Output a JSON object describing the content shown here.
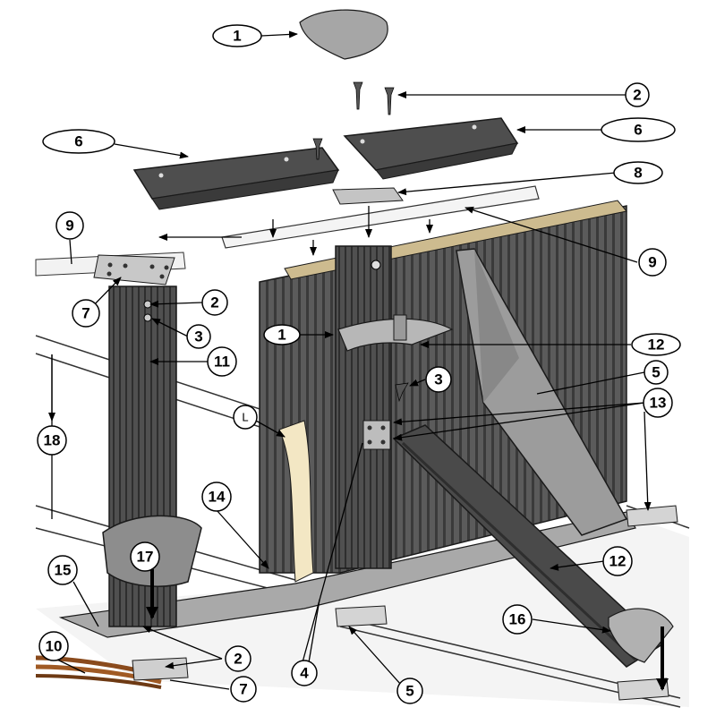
{
  "colors": {
    "panel": "#5b5b5b",
    "panel_dark": "#3e3e3e",
    "upright": "#4a4a4a",
    "brace_light": "#9c9c9c",
    "cap_light": "#b9b9b9",
    "liner": "#f3e7c4",
    "floor_plate": "#a9a9a9",
    "ground": "#e9e9e9",
    "hose": "#8a4a1c",
    "outline": "#1a1a1a"
  },
  "callouts": [
    {
      "id": "c1a",
      "label": "1"
    },
    {
      "id": "c2a",
      "label": "2"
    },
    {
      "id": "c6a",
      "label": "6"
    },
    {
      "id": "c6b",
      "label": "6"
    },
    {
      "id": "c8",
      "label": "8"
    },
    {
      "id": "c9a",
      "label": "9"
    },
    {
      "id": "c9b",
      "label": "9"
    },
    {
      "id": "c7a",
      "label": "7"
    },
    {
      "id": "c2b",
      "label": "2"
    },
    {
      "id": "c3a",
      "label": "3"
    },
    {
      "id": "c11",
      "label": "11"
    },
    {
      "id": "c1b",
      "label": "1"
    },
    {
      "id": "c12a",
      "label": "12"
    },
    {
      "id": "c3b",
      "label": "3"
    },
    {
      "id": "c5a",
      "label": "5"
    },
    {
      "id": "c13",
      "label": "13"
    },
    {
      "id": "c18",
      "label": "18"
    },
    {
      "id": "cL",
      "label": "L"
    },
    {
      "id": "c14",
      "label": "14"
    },
    {
      "id": "c15",
      "label": "15"
    },
    {
      "id": "c17",
      "label": "17"
    },
    {
      "id": "c12b",
      "label": "12"
    },
    {
      "id": "c16",
      "label": "16"
    },
    {
      "id": "c10",
      "label": "10"
    },
    {
      "id": "c2c",
      "label": "2"
    },
    {
      "id": "c7b",
      "label": "7"
    },
    {
      "id": "c4",
      "label": "4"
    },
    {
      "id": "c5b",
      "label": "5"
    }
  ]
}
